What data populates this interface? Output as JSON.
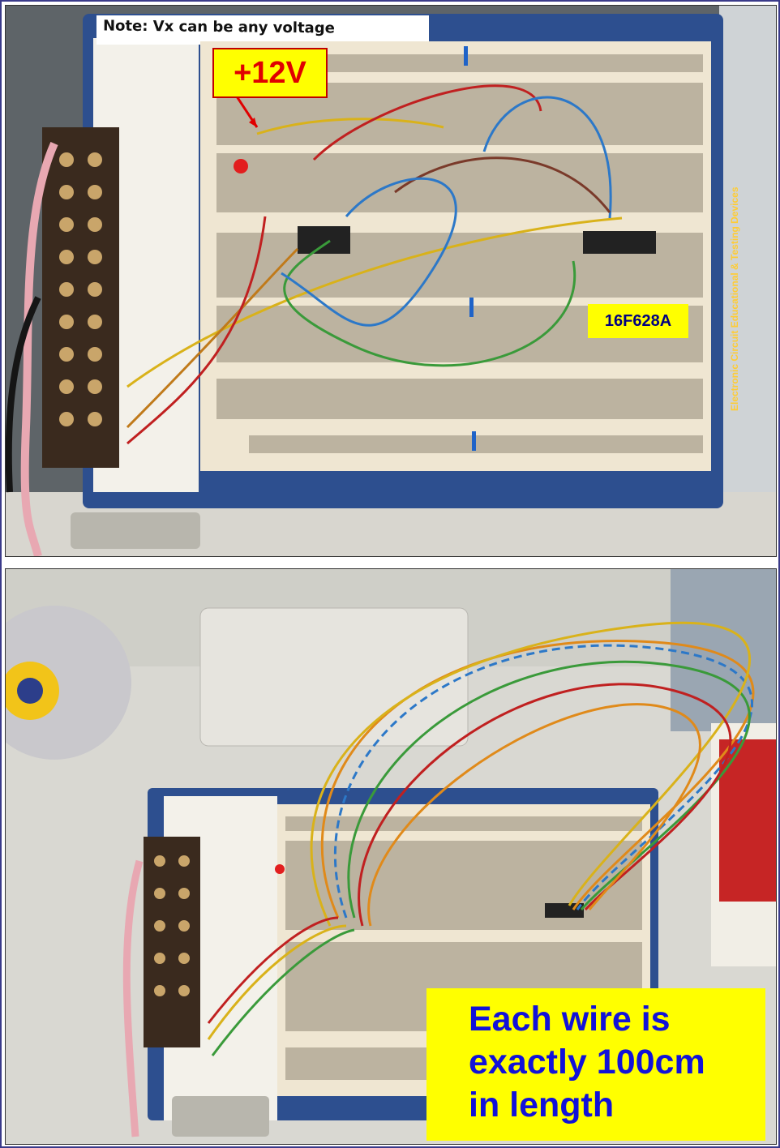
{
  "labels": {
    "voltage": "+12V",
    "chip": "16F628A",
    "note": "Note: Vx can be any voltage",
    "board_brand": "Electronic Circuit Educational & Testing Devices",
    "caption_lines": [
      "Each wire is",
      "exactly 100cm",
      "in length"
    ]
  },
  "colors": {
    "highlight": "#ffff00",
    "caption_text": "#1212d8",
    "chip_text": "#000080",
    "voltage_text": "#e00000",
    "board_blue": "#2d4f8f",
    "breadboard": "#efe6d2"
  }
}
